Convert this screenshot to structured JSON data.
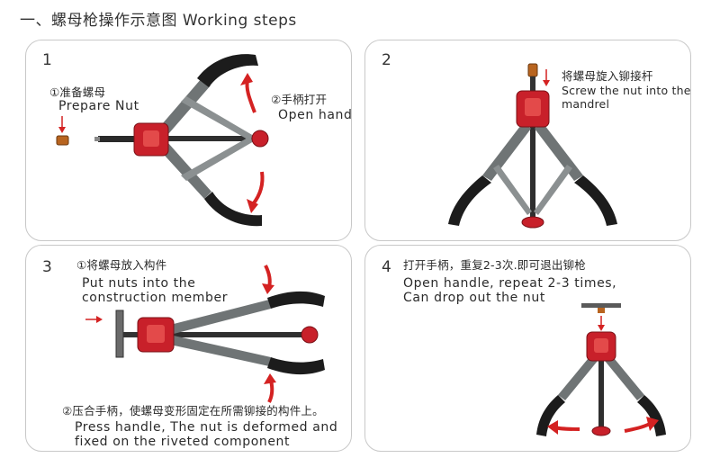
{
  "title": "一、螺母枪操作示意图 Working steps",
  "panels": [
    {
      "number": "1",
      "labels": [
        {
          "zh": "①准备螺母",
          "en": "Prepare Nut"
        },
        {
          "zh": "②手柄打开",
          "en": "Open handle"
        }
      ]
    },
    {
      "number": "2",
      "labels": [
        {
          "zh": "将螺母旋入铆接杆",
          "en_line1": "Screw the nut into the",
          "en_line2": "mandrel"
        }
      ]
    },
    {
      "number": "3",
      "labels": [
        {
          "zh": "①将螺母放入构件",
          "en_line1": "Put nuts into the",
          "en_line2": "construction member"
        },
        {
          "zh": "②压合手柄，使螺母变形固定在所需铆接的构件上。",
          "en_line1": "Press handle, The nut is deformed and",
          "en_line2": "fixed on the riveted component"
        }
      ]
    },
    {
      "number": "4",
      "labels": [
        {
          "zh": "打开手柄，重复2-3次.即可退出铆枪",
          "en_line1": "Open handle, repeat 2-3 times,",
          "en_line2": "Can drop out the nut"
        }
      ]
    }
  ],
  "colors": {
    "tool_red": "#c8202a",
    "arm_gray": "#7a7f80",
    "grip_black": "#1c1c1c",
    "arrow_red": "#d42222",
    "border": "#c8c8c8"
  }
}
